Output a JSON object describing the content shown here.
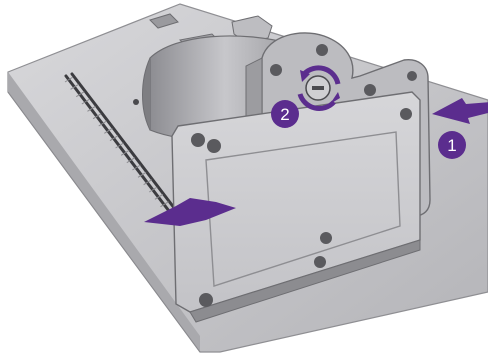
{
  "figure": {
    "subject": "monitor-base-attachment-illustration",
    "colors": {
      "accent": "#5b2d8e",
      "panel_fill": "#c9c9cc",
      "panel_edge": "#8f8f93",
      "plate_fill": "#cfcfd2",
      "plate_stroke": "#6e6e72",
      "screw_fill": "#5a5a5e"
    },
    "steps": [
      {
        "label": "1",
        "action": "push-base-onto-stand",
        "icon": "arrow-left-icon"
      },
      {
        "label": "2",
        "action": "tighten-thumbscrew",
        "icon": "rotate-clockwise-icon"
      }
    ],
    "extra_arrow": {
      "action": "insert-base-plate",
      "icon": "arrow-right-icon"
    }
  }
}
